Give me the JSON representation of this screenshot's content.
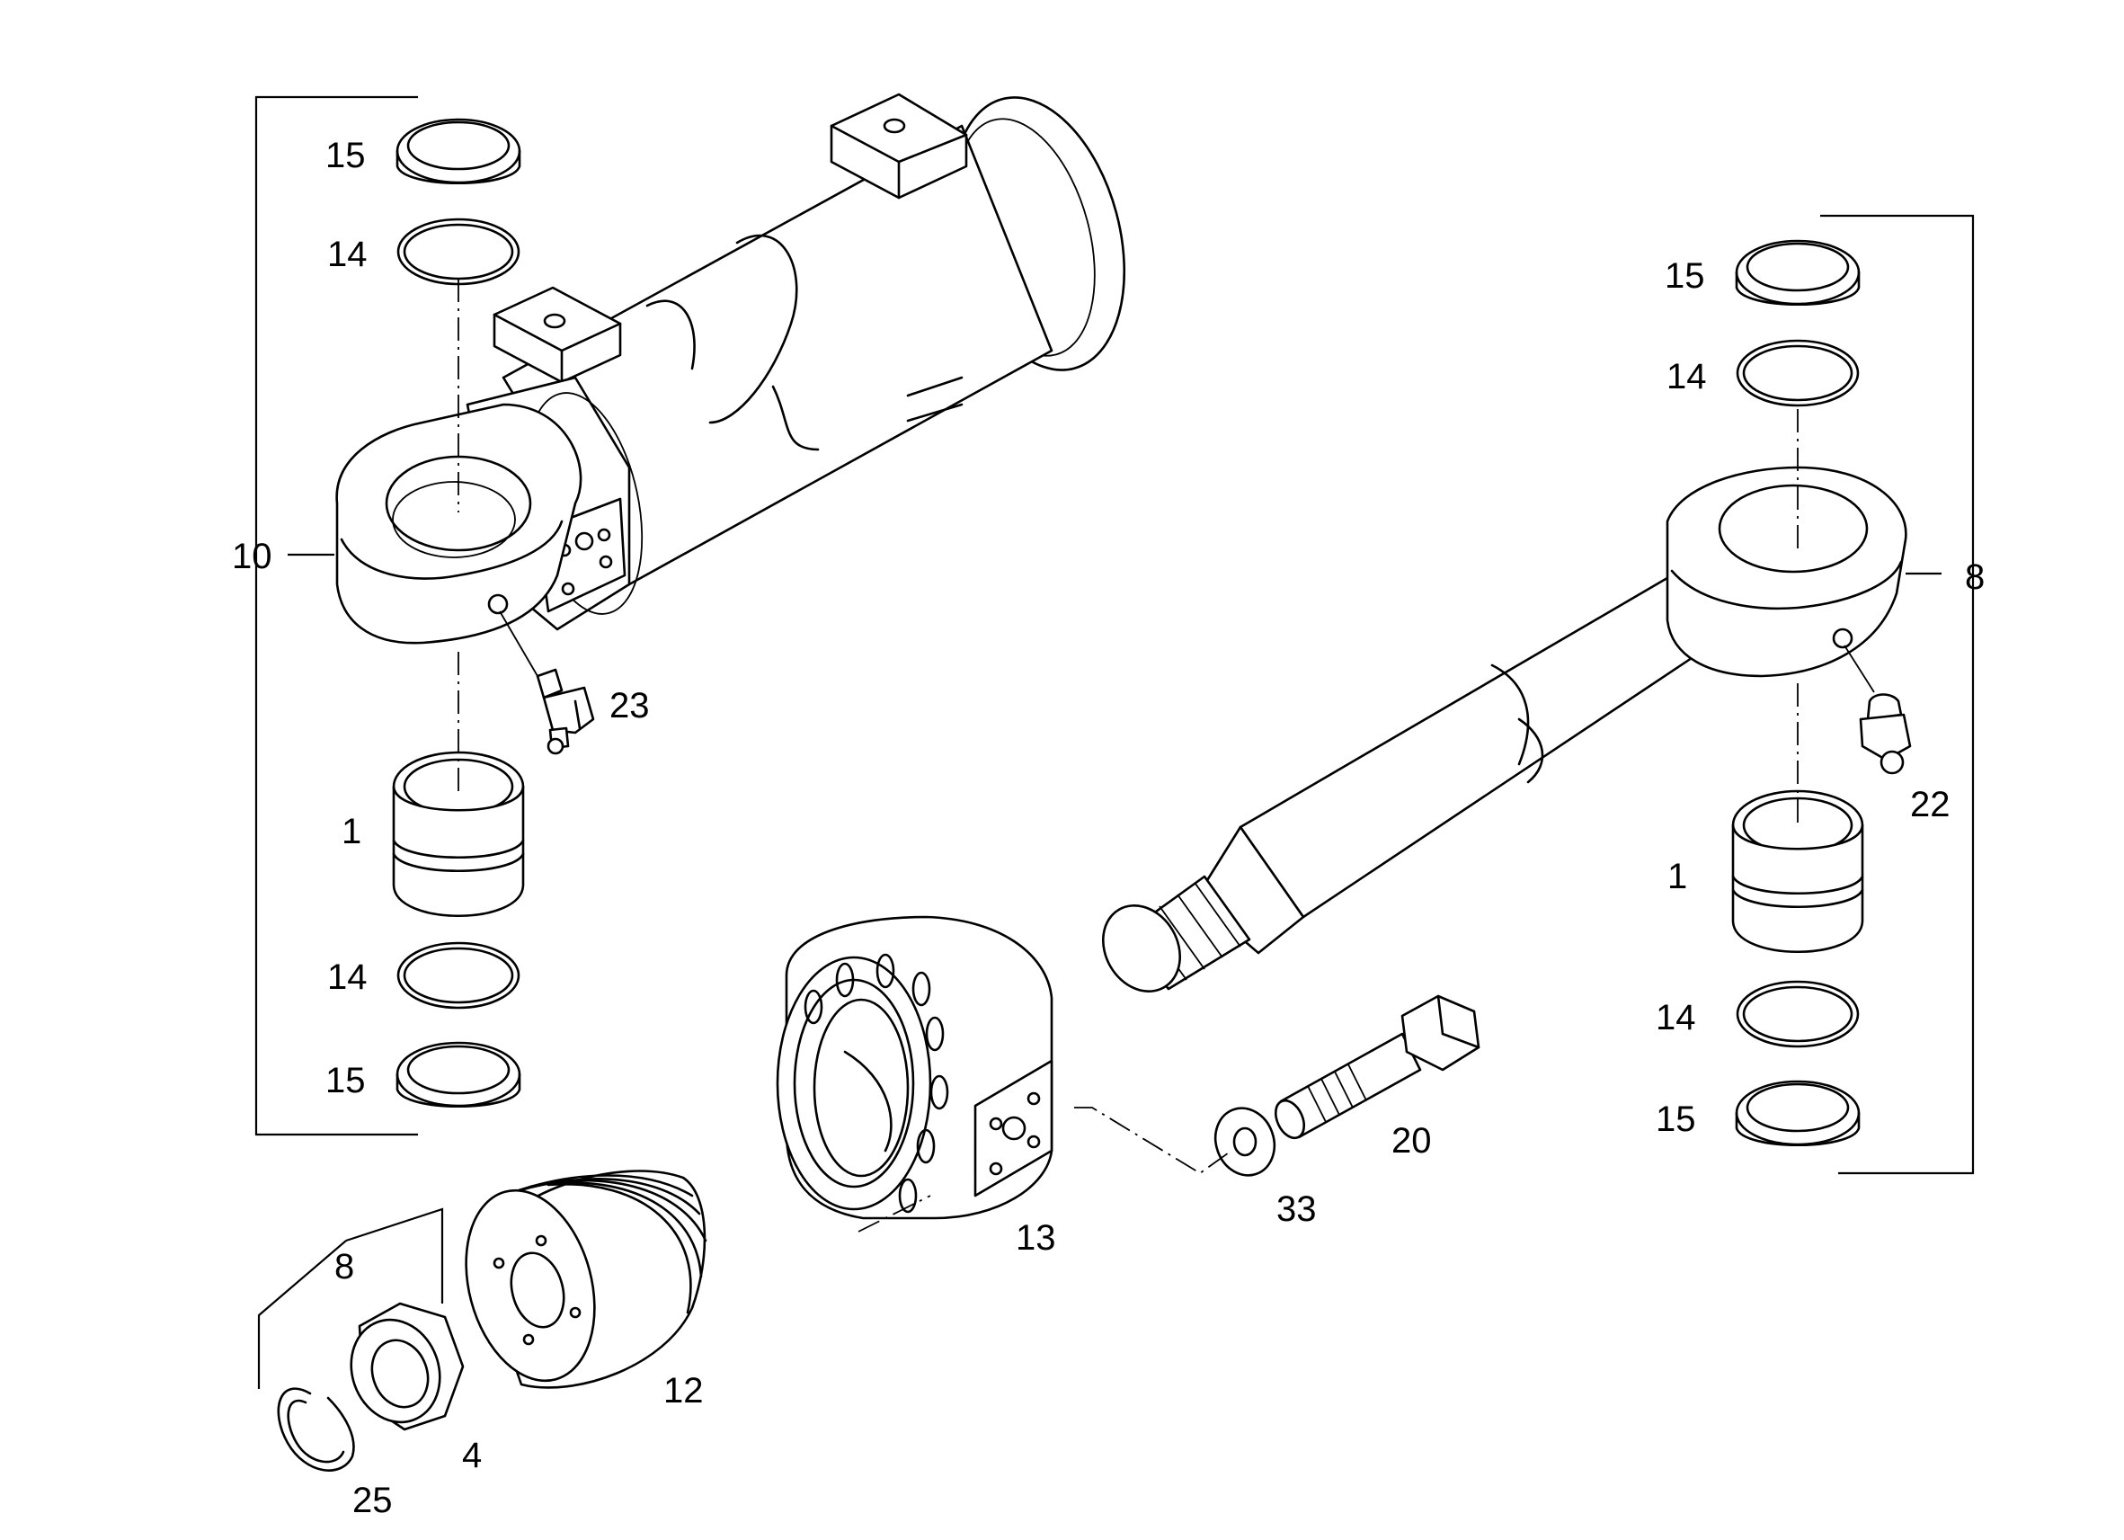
{
  "callouts": [
    {
      "id": "c15a",
      "text": "15"
    },
    {
      "id": "c14a",
      "text": "14"
    },
    {
      "id": "c10",
      "text": "10"
    },
    {
      "id": "c23",
      "text": "23"
    },
    {
      "id": "c1a",
      "text": "1"
    },
    {
      "id": "c14b",
      "text": "14"
    },
    {
      "id": "c15b",
      "text": "15"
    },
    {
      "id": "c8a",
      "text": "8"
    },
    {
      "id": "c12",
      "text": "12"
    },
    {
      "id": "c4",
      "text": "4"
    },
    {
      "id": "c25",
      "text": "25"
    },
    {
      "id": "c13",
      "text": "13"
    },
    {
      "id": "c33",
      "text": "33"
    },
    {
      "id": "c20",
      "text": "20"
    },
    {
      "id": "c15c",
      "text": "15"
    },
    {
      "id": "c14c",
      "text": "14"
    },
    {
      "id": "c8b",
      "text": "8"
    },
    {
      "id": "c22",
      "text": "22"
    },
    {
      "id": "c1b",
      "text": "1"
    },
    {
      "id": "c14d",
      "text": "14"
    },
    {
      "id": "c15d",
      "text": "15"
    }
  ]
}
